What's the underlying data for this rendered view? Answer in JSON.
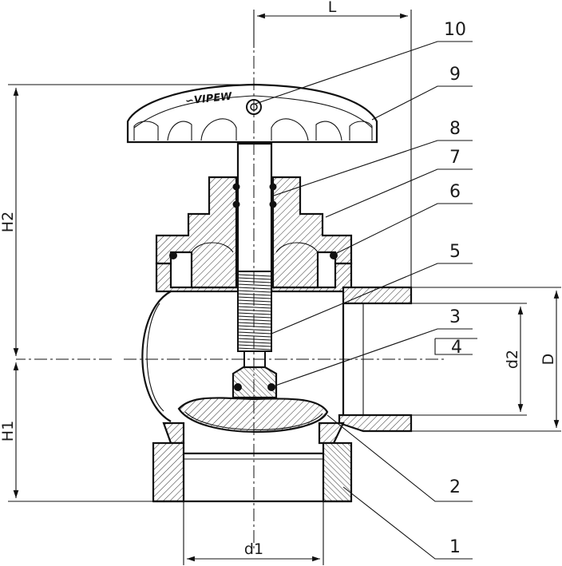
{
  "diagram": {
    "logo_text": "VIPEW",
    "callouts": [
      "10",
      "9",
      "8",
      "7",
      "6",
      "5",
      "3",
      "4",
      "2",
      "1"
    ],
    "dimensions": {
      "L": "L",
      "H2": "H2",
      "H1": "H1",
      "d1": "d1",
      "d2": "d2",
      "D": "D"
    }
  }
}
